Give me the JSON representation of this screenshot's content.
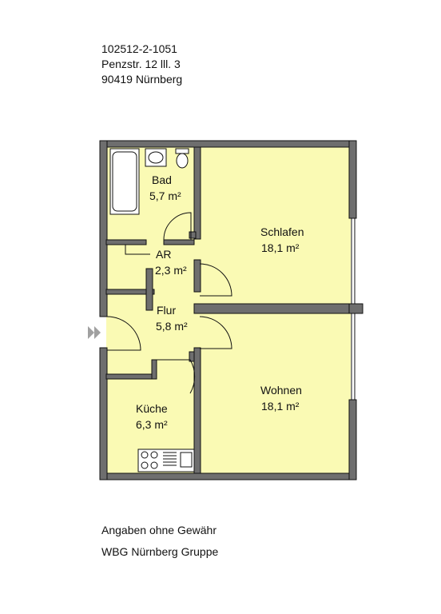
{
  "header": {
    "object_id": "102512-2-1051",
    "street": "Penzstr. 12 lll. 3",
    "city": "90419 Nürnberg"
  },
  "rooms": [
    {
      "name": "Bad",
      "area": "5,7 m²"
    },
    {
      "name": "Schlafen",
      "area": "18,1 m²"
    },
    {
      "name": "AR",
      "area": "2,3 m²"
    },
    {
      "name": "Flur",
      "area": "5,8 m²"
    },
    {
      "name": "Küche",
      "area": "6,3 m²"
    },
    {
      "name": "Wohnen",
      "area": "18,1 m²"
    }
  ],
  "footer": {
    "disclaimer": "Angaben ohne Gewähr",
    "company": "WBG Nürnberg Gruppe"
  },
  "colors": {
    "floor": "#fafab4",
    "wall": "#6e6e6e",
    "entrance_arrow": "#a0a0a0"
  }
}
